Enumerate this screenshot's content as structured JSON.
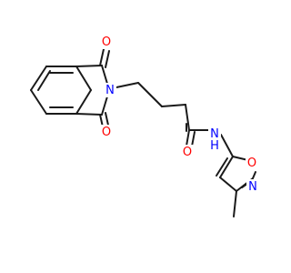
{
  "molecule": {
    "atoms": {
      "o_top": {
        "symbol": "O",
        "color": "#ff0000"
      },
      "o_bottom": {
        "symbol": "O",
        "color": "#ff0000"
      },
      "n_imide": {
        "symbol": "N",
        "color": "#0000ff"
      },
      "o_amide": {
        "symbol": "O",
        "color": "#ff0000"
      },
      "nh_amide": {
        "symbol": "N",
        "h_label": "H",
        "color": "#0000ff"
      },
      "o_ring": {
        "symbol": "O",
        "color": "#ff0000"
      },
      "n_ring": {
        "symbol": "N",
        "color": "#0000ff"
      }
    },
    "bond_color": "#1a1a1a"
  }
}
